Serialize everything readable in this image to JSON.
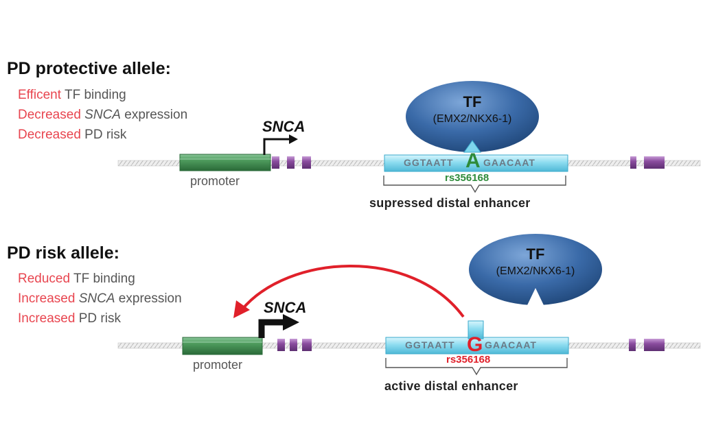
{
  "protective": {
    "heading": "PD protective allele:",
    "bullets": [
      {
        "hl": "Efficent",
        "rest": " TF binding"
      },
      {
        "hl": "Decreased",
        "mid_italic": "SNCA",
        "rest": " expression"
      },
      {
        "hl": "Decreased",
        "rest": " PD risk"
      }
    ],
    "gene": "SNCA",
    "promoter": "promoter",
    "tf_title": "TF",
    "tf_sub": "(EMX2/NKX6-1)",
    "seq_left": "GGTAATT",
    "allele": "A",
    "seq_right": "GAACAAT",
    "rs": "rs356168",
    "enhancer_label": "supressed distal enhancer"
  },
  "risk": {
    "heading": "PD risk allele:",
    "bullets": [
      {
        "hl": "Reduced",
        "rest": " TF binding"
      },
      {
        "hl": "Increased",
        "mid_italic": "SNCA",
        "rest": " expression"
      },
      {
        "hl": "Increased",
        "rest": " PD risk"
      }
    ],
    "gene": "SNCA",
    "promoter": "promoter",
    "tf_title": "TF",
    "tf_sub": "(EMX2/NKX6-1)",
    "seq_left": "GGTAATT",
    "allele": "G",
    "seq_right": "GAACAAT",
    "rs": "rs356168",
    "enhancer_label": "active distal enhancer"
  },
  "colors": {
    "highlight": "#e8454f",
    "promoter_green": "#3d8a4e",
    "exon_purple": "#8a4c9e",
    "enhancer_cyan": "#7fd6ec",
    "tf_blue": "#2e5f9c",
    "allele_protective": "#2e8b3a",
    "allele_risk": "#e0202a",
    "arrow_red": "#e0202a"
  }
}
